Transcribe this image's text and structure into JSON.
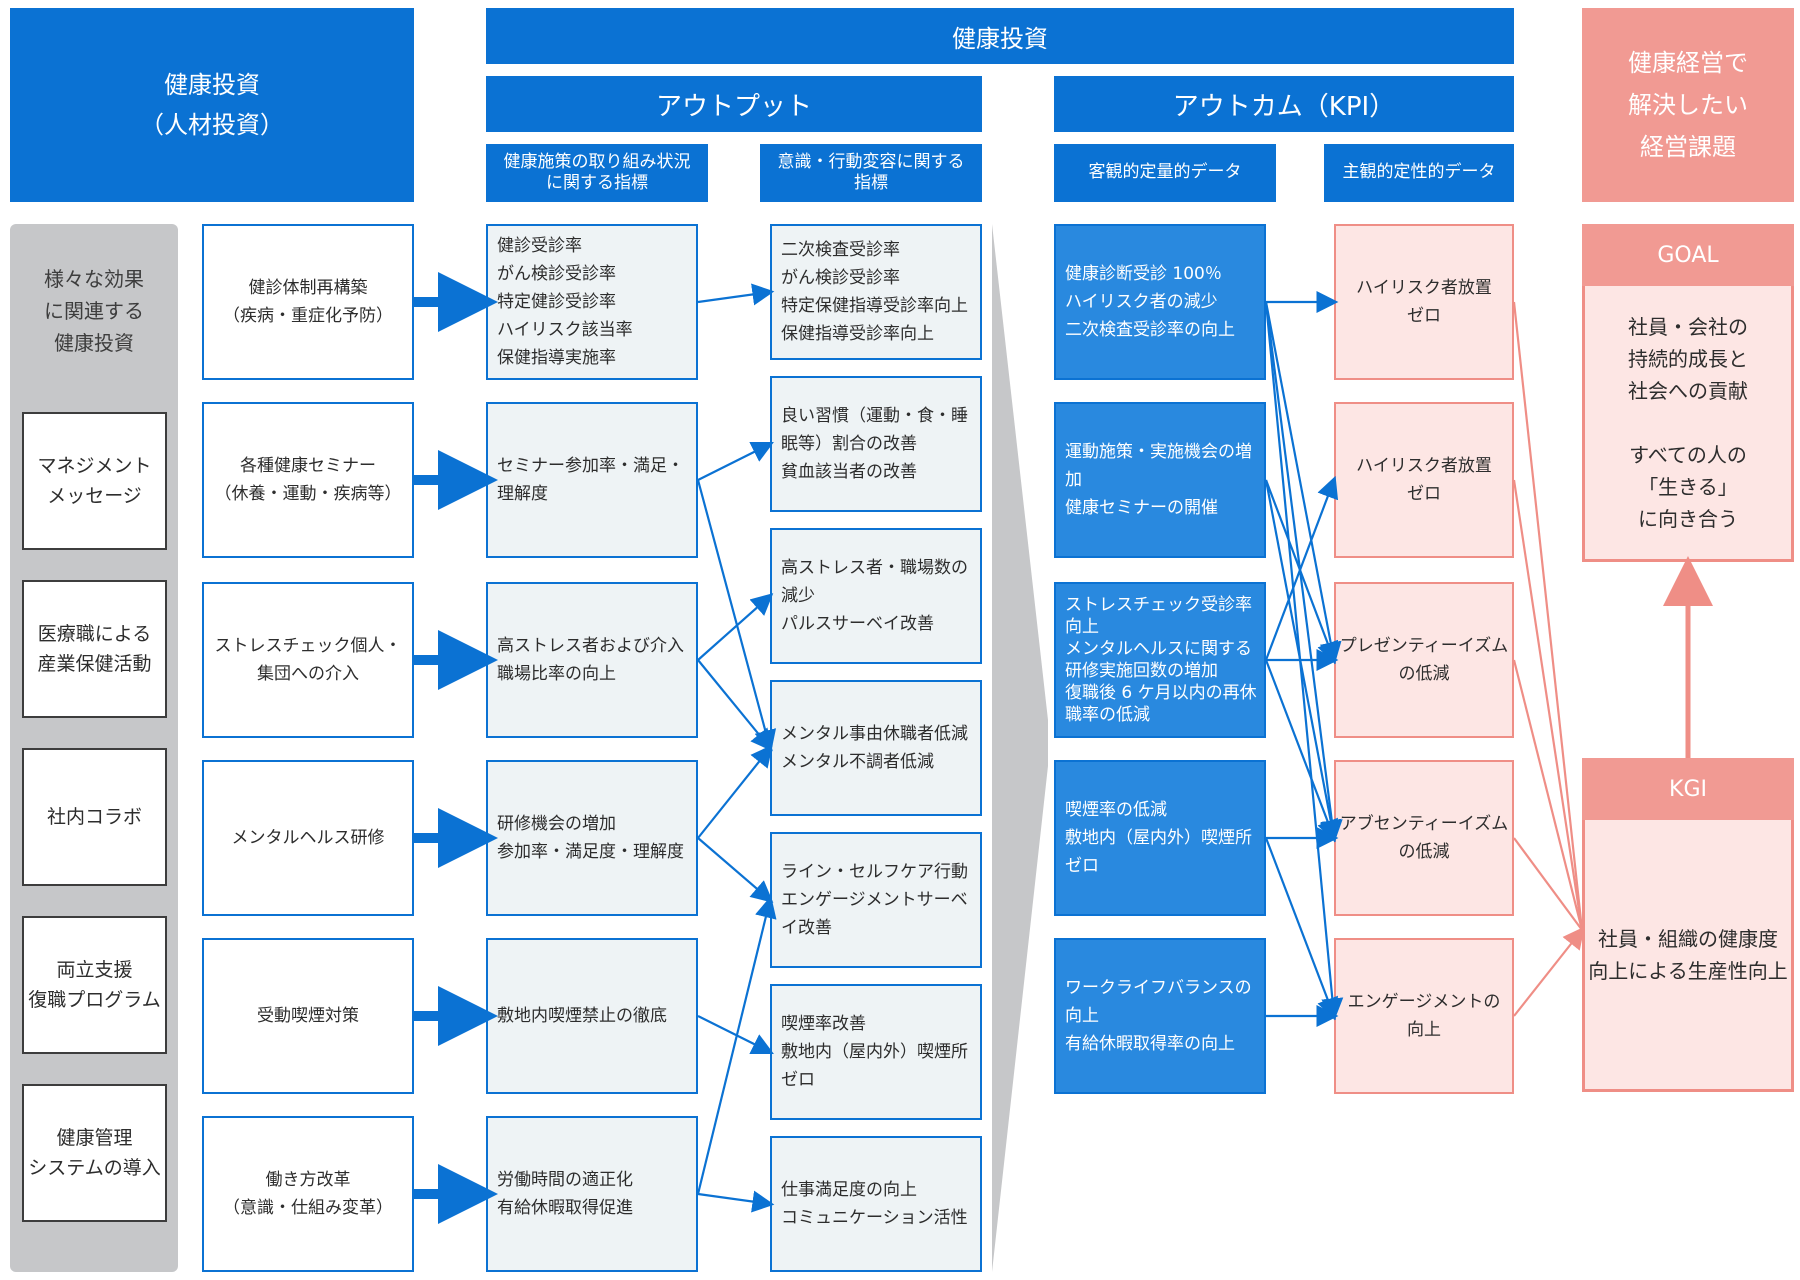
{
  "headers": {
    "left_title_1": "健康投資",
    "left_title_2": "（人材投資）",
    "top_center": "健康投資",
    "output": "アウトプット",
    "outcome": "アウトカム（KPI）",
    "right_title_1": "健康経営で",
    "right_title_2": "解決したい",
    "right_title_3": "経営課題",
    "sub_output_1_a": "健康施策の取り組み状況",
    "sub_output_1_b": "に関する指標",
    "sub_output_2_a": "意識・行動変容に関する",
    "sub_output_2_b": "指標",
    "sub_outcome_1": "客観的定量的データ",
    "sub_outcome_2": "主観的定性的データ"
  },
  "gray_column": {
    "title": [
      "様々な効果",
      "に関連する",
      "健康投資"
    ],
    "items": [
      [
        "マネジメント",
        "メッセージ"
      ],
      [
        "医療職による",
        "産業保健活動"
      ],
      [
        "社内コラボ"
      ],
      [
        "両立支援",
        "復職プログラム"
      ],
      [
        "健康管理",
        "システムの導入"
      ]
    ]
  },
  "investments": [
    [
      "健診体制再構築",
      "（疾病・重症化予防）"
    ],
    [
      "各種健康セミナー",
      "（休養・運動・疾病等）"
    ],
    [
      "ストレスチェック個人・",
      "集団への介入"
    ],
    [
      "メンタルヘルス研修"
    ],
    [
      "受動喫煙対策"
    ],
    [
      "働き方改革",
      "（意識・仕組み変革）"
    ]
  ],
  "output_indicators": [
    [
      "健診受診率",
      "がん検診受診率",
      "特定健診受診率",
      "ハイリスク該当率",
      "保健指導実施率"
    ],
    [
      "セミナー参加率・満足・",
      "理解度"
    ],
    [
      "高ストレス者および介入",
      "職場比率の向上"
    ],
    [
      "研修機会の増加",
      "参加率・満足度・理解度"
    ],
    [
      "敷地内喫煙禁止の徹底"
    ],
    [
      "労働時間の適正化",
      "有給休暇取得促進"
    ]
  ],
  "behavior_indicators": [
    [
      "二次検査受診率",
      "がん検診受診率",
      "特定保健指導受診率向上",
      "保健指導受診率向上"
    ],
    [
      "良い習慣（運動・食・睡",
      "眠等）割合の改善",
      "貧血該当者の改善"
    ],
    [
      "高ストレス者・職場数の",
      "減少",
      "パルスサーベイ改善"
    ],
    [
      "メンタル事由休職者低減",
      "メンタル不調者低減"
    ],
    [
      "ライン・セルフケア行動",
      "エンゲージメントサーベ",
      "イ改善"
    ],
    [
      "喫煙率改善",
      "敷地内（屋内外）喫煙所",
      "ゼロ"
    ],
    [
      "仕事満足度の向上",
      "コミュニケーション活性"
    ]
  ],
  "objective_kpis": [
    [
      "健康診断受診 100％",
      "ハイリスク者の減少",
      "二次検査受診率の向上"
    ],
    [
      "運動施策・実施機会の増",
      "加",
      "健康セミナーの開催"
    ],
    [
      "ストレスチェック受診率",
      "向上",
      "メンタルヘルスに関する",
      "研修実施回数の増加",
      "復職後 6 ケ月以内の再休",
      "職率の低減"
    ],
    [
      "喫煙率の低減",
      "敷地内（屋内外）喫煙所",
      "ゼロ"
    ],
    [
      "ワークライフバランスの",
      "向上",
      "有給休暇取得率の向上"
    ]
  ],
  "subjective_kpis": [
    [
      "ハイリスク者放置",
      "ゼロ"
    ],
    [
      "ハイリスク者放置",
      "ゼロ"
    ],
    [
      "プレゼンティーイズム",
      "の低減"
    ],
    [
      "アブセンティーイズム",
      "の低減"
    ],
    [
      "エンゲージメントの",
      "向上"
    ]
  ],
  "goal": {
    "label": "GOAL",
    "text": [
      "社員・会社の",
      "持続的成長と",
      "社会への貢献",
      "",
      "すべての人の",
      "「生きる」",
      "に向き合う"
    ]
  },
  "kgi": {
    "label": "KGI",
    "text": [
      "社員・組織の健康度",
      "向上による生産性向上"
    ]
  },
  "colors": {
    "blue": "#0b72d3",
    "kpi_blue": "#2989df",
    "light_fill": "#eef3f5",
    "pink": "#f19a93",
    "pink_fill": "#fde6e4",
    "gray": "#c6c7c9"
  }
}
